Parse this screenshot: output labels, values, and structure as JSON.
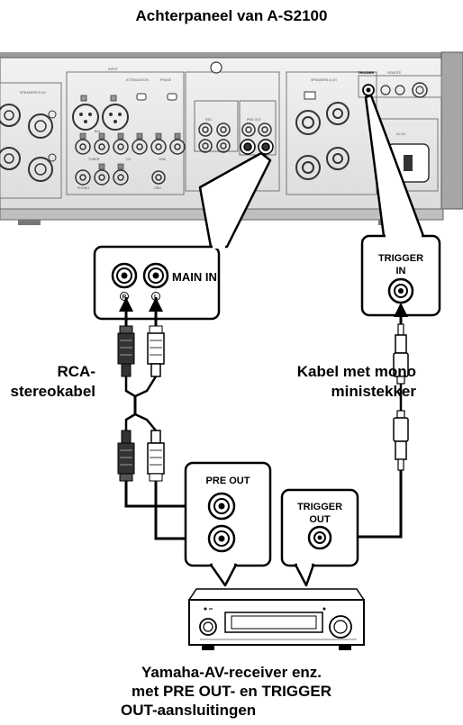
{
  "title": "Achterpaneel van A-S2100",
  "inset_main": {
    "label": "MAIN IN",
    "left_channel": "R",
    "right_channel": "L"
  },
  "inset_trigger_in": {
    "line1": "TRIGGER",
    "line2": "IN"
  },
  "inset_pre_out": {
    "label": "PRE OUT"
  },
  "inset_trigger_out": {
    "line1": "TRIGGER",
    "line2": "OUT"
  },
  "cable_rca": {
    "line1": "RCA-",
    "line2": "stereokabel"
  },
  "cable_mono": {
    "line1": "Kabel met mono",
    "line2": "ministekker"
  },
  "receiver_caption": {
    "line1": "Yamaha-AV-receiver enz.",
    "line2": "met PRE OUT- en TRIGGER",
    "line3": "OUT-aansluitingen"
  },
  "panel_small_labels": {
    "input": "INPUT",
    "attenuation": "ATTENUATION",
    "phase": "PHASE",
    "normal": "NORMAL",
    "inv": "INV",
    "speakers_b": "SPEAKERS B CH",
    "speakers_a": "SPEAKERS A CH",
    "trigger": "TRIGGER",
    "remote": "REMOTE",
    "ac_in": "AC IN",
    "pre_out": "PRE OUT",
    "main_in": "MAIN IN",
    "tuner": "TUNER",
    "phono": "PHONO",
    "gnd": "GND",
    "bal": "BAL",
    "line": "LINE",
    "rec": "REC",
    "cd": "CD"
  }
}
